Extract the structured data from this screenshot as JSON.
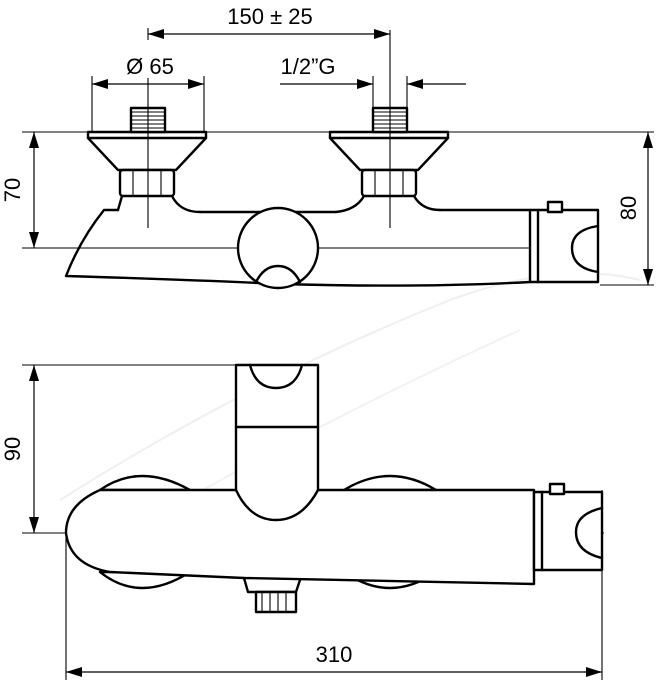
{
  "dimensions": {
    "center_distance": "150 ± 25",
    "diameter": "Ø 65",
    "thread": "1/2”G",
    "height_left": "70",
    "height_right": "80",
    "height_top_view": "90",
    "total_length": "310"
  }
}
